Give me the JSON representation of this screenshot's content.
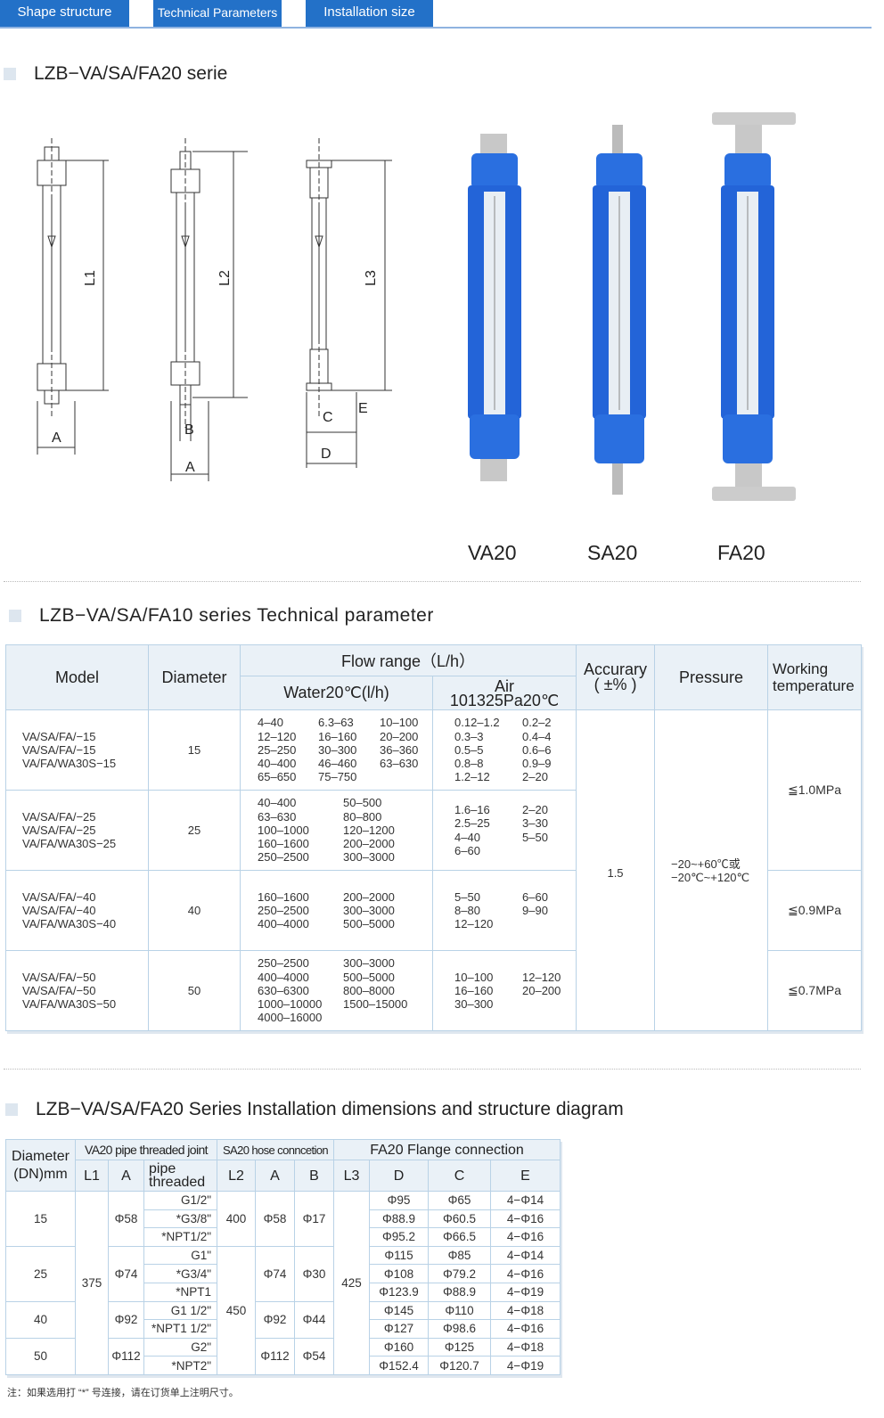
{
  "tabs": [
    "Shape structure",
    "Technical Parameters",
    "Installation size"
  ],
  "section1": {
    "title": "LZB−VA/SA/FA20 serie",
    "drawing_labels": {
      "l1": "L1",
      "a1": "A",
      "l2": "L2",
      "b2": "B",
      "a2": "A",
      "l3": "L3",
      "c3": "C",
      "e3": "E",
      "d3": "D"
    },
    "products": [
      "VA20",
      "SA20",
      "FA20"
    ]
  },
  "section2": {
    "title": "LZB−VA/SA/FA10 series Technical parameter",
    "headers": {
      "model": "Model",
      "diameter": "Diameter",
      "flow": "Flow range（L/h）",
      "water": "Water20℃(l/h)",
      "air1": "Air",
      "air2": "101325Pa20℃",
      "acc1": "Accurary",
      "acc2": "( ±% )",
      "pressure": "Pressure",
      "temp1": "Working",
      "temp2": "temperature"
    },
    "rows": [
      {
        "models": [
          "VA/SA/FA/−15",
          "VA/SA/FA/−15",
          "VA/FA/WA30S−15"
        ],
        "diameter": "15",
        "water": [
          "4–40",
          "6.3–63",
          "10–100",
          "12–120",
          "16–160",
          "20–200",
          "25–250",
          "30–300",
          "36–360",
          "40–400",
          "46–460",
          "63–630",
          "65–650",
          "75–750",
          ""
        ],
        "air": [
          "0.12–1.2",
          "0.2–2",
          "0.3–3",
          "0.4–4",
          "0.5–5",
          "0.6–6",
          "0.8–8",
          "0.9–9",
          "1.2–12",
          "2–20"
        ]
      },
      {
        "models": [
          "VA/SA/FA/−25",
          "VA/SA/FA/−25",
          "VA/FA/WA30S−25"
        ],
        "diameter": "25",
        "water": [
          "40–400",
          "50–500",
          "63–630",
          "80–800",
          "100–1000",
          "120–1200",
          "160–1600",
          "200–2000",
          "250–2500",
          "300–3000"
        ],
        "air": [
          "1.6–16",
          "2–20",
          "2.5–25",
          "3–30",
          "4–40",
          "5–50",
          "6–60",
          ""
        ]
      },
      {
        "models": [
          "VA/SA/FA/−40",
          "VA/SA/FA/−40",
          "VA/FA/WA30S−40"
        ],
        "diameter": "40",
        "water": [
          "160–1600",
          "200–2000",
          "250–2500",
          "300–3000",
          "400–4000",
          "500–5000"
        ],
        "air": [
          "5–50",
          "6–60",
          "8–80",
          "9–90",
          "12–120",
          ""
        ]
      },
      {
        "models": [
          "VA/SA/FA/−50",
          "VA/SA/FA/−50",
          "VA/FA/WA30S−50"
        ],
        "diameter": "50",
        "water": [
          "250–2500",
          "300–3000",
          "400–4000",
          "500–5000",
          "630–6300",
          "800–8000",
          "1000–10000",
          "1500–15000",
          "4000–16000",
          ""
        ],
        "air": [
          "10–100",
          "12–120",
          "16–160",
          "20–200",
          "30–300",
          ""
        ]
      }
    ],
    "accuracy": "1.5",
    "temperature": [
      "−20~+60℃或",
      "−20℃~+120℃"
    ],
    "pressures": [
      "≦1.0MPa",
      "≦0.9MPa",
      "≦0.7MPa"
    ]
  },
  "section3": {
    "title": "LZB−VA/SA/FA20 Series Installation dimensions and structure diagram",
    "headers": {
      "dn1": "Diameter",
      "dn2": "(DN)mm",
      "va": "VA20 pipe threaded joint",
      "sa": "SA20 hose conncetion",
      "fa": "FA20 Flange connection",
      "l1": "L1",
      "a": "A",
      "pipe1": "pipe",
      "pipe2": "threaded",
      "l2": "L2",
      "a2": "A",
      "b": "B",
      "l3": "L3",
      "d": "D",
      "c": "C",
      "e": "E"
    },
    "l1": "375",
    "l3": "425",
    "l2": [
      "400",
      "450"
    ],
    "groups": [
      {
        "dn": "15",
        "a": "Φ58",
        "sa_a": "Φ58",
        "sa_b": "Φ17"
      },
      {
        "dn": "25",
        "a": "Φ74",
        "sa_a": "Φ74",
        "sa_b": "Φ30"
      },
      {
        "dn": "40",
        "a": "Φ92",
        "sa_a": "Φ92",
        "sa_b": "Φ44"
      },
      {
        "dn": "50",
        "a": "Φ112",
        "sa_a": "Φ112",
        "sa_b": "Φ54"
      }
    ],
    "rows": [
      {
        "pipe": "G1/2\"",
        "d": "Φ95",
        "c": "Φ65",
        "e": "4−Φ14"
      },
      {
        "pipe": "*G3/8\"",
        "d": "Φ88.9",
        "c": "Φ60.5",
        "e": "4−Φ16"
      },
      {
        "pipe": "*NPT1/2\"",
        "d": "Φ95.2",
        "c": "Φ66.5",
        "e": "4−Φ16"
      },
      {
        "pipe": "G1\"",
        "d": "Φ115",
        "c": "Φ85",
        "e": "4−Φ14"
      },
      {
        "pipe": "*G3/4\"",
        "d": "Φ108",
        "c": "Φ79.2",
        "e": "4−Φ16"
      },
      {
        "pipe": "*NPT1",
        "d": "Φ123.9",
        "c": "Φ88.9",
        "e": "4−Φ19"
      },
      {
        "pipe": "G1 1/2\"",
        "d": "Φ145",
        "c": "Φ110",
        "e": "4−Φ18"
      },
      {
        "pipe": "*NPT1 1/2\"",
        "d": "Φ127",
        "c": "Φ98.6",
        "e": "4−Φ16"
      },
      {
        "pipe": "G2\"",
        "d": "Φ160",
        "c": "Φ125",
        "e": "4−Φ18"
      },
      {
        "pipe": "*NPT2\"",
        "d": "Φ152.4",
        "c": "Φ120.7",
        "e": "4−Φ19"
      }
    ],
    "note": "注：如果选用打 “*” 号连接，请在订货单上注明尺寸。"
  }
}
